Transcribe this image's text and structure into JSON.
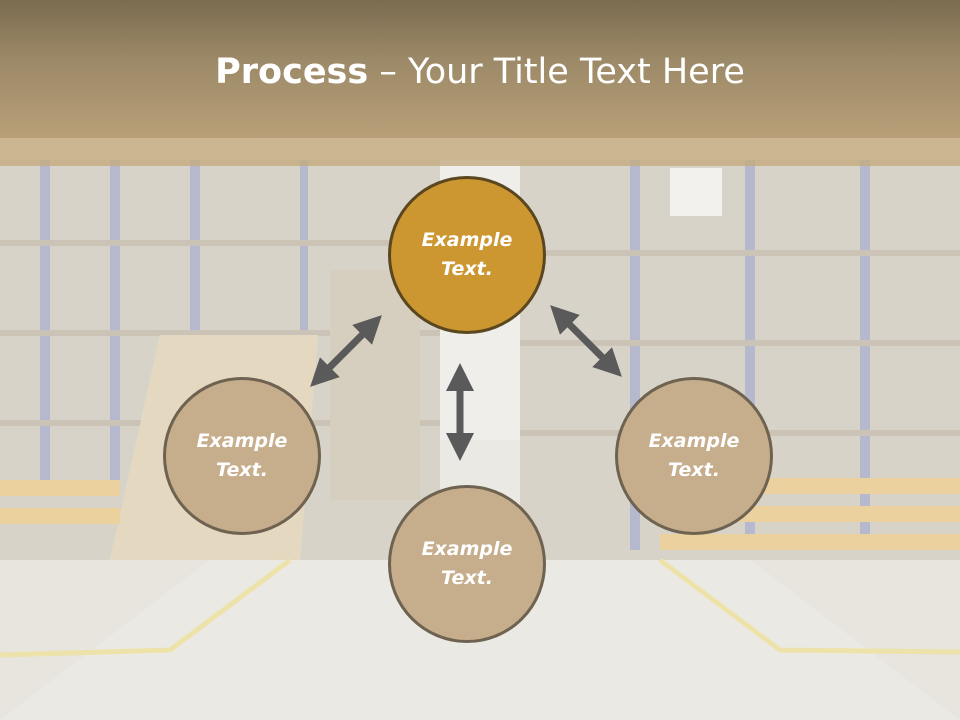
{
  "title": {
    "bold": "Process",
    "rest": " – Your Title Text Here"
  },
  "nodes": {
    "top": {
      "line1": "Example",
      "line2": "Text."
    },
    "left": {
      "line1": "Example",
      "line2": "Text."
    },
    "right": {
      "line1": "Example",
      "line2": "Text."
    },
    "bottom": {
      "line1": "Example",
      "line2": "Text."
    }
  },
  "colors": {
    "header": "#9d8a68",
    "accent_circle": "#cc9630",
    "muted_circle": "#c6ad8c",
    "arrow": "#5a5a5a"
  },
  "icons": [
    "double-arrow-icon"
  ]
}
